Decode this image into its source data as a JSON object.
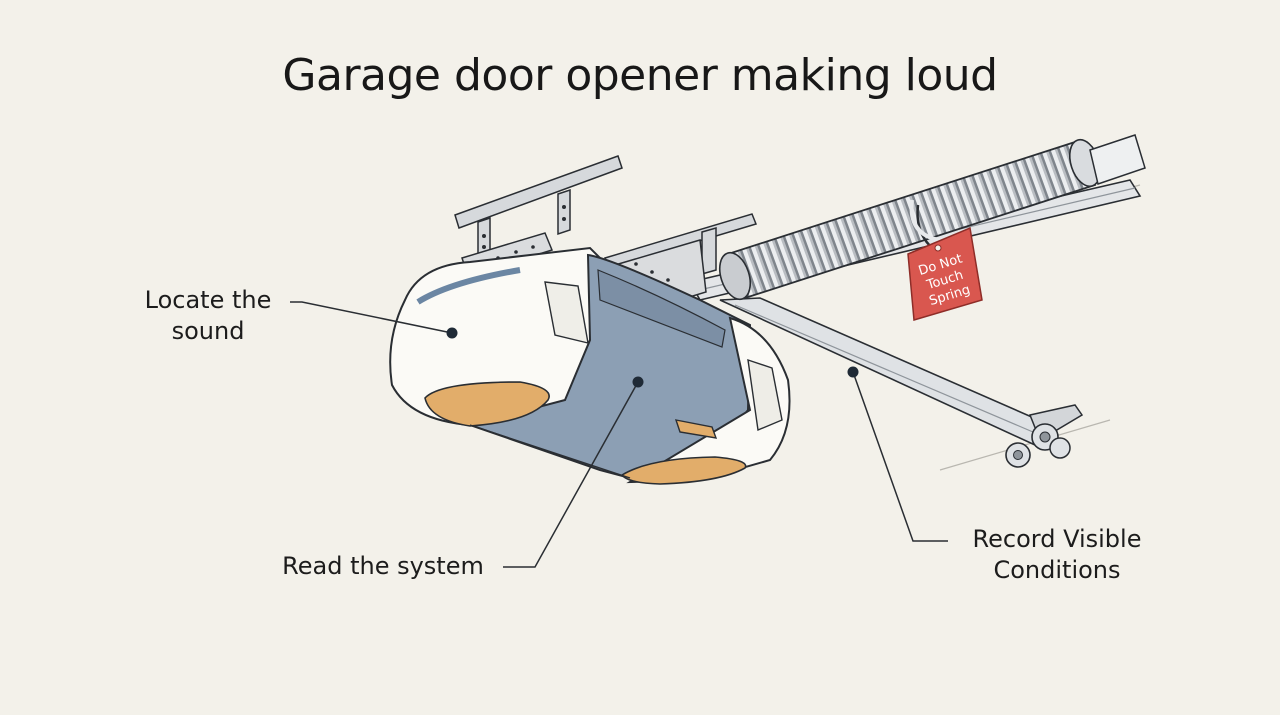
{
  "title": "Garage door opener making loud",
  "labels": {
    "locate": {
      "line1": "Locate the",
      "line2": "sound"
    },
    "read": "Read the system",
    "record": {
      "line1": "Record Visible",
      "line2": "Conditions"
    }
  },
  "tag": {
    "line1": "Do Not",
    "line2": "Touch",
    "line3": "Spring"
  },
  "colors": {
    "background": "#f3f1ea",
    "housing_white": "#fbfaf6",
    "housing_blue": "#8c9fb4",
    "lens_amber": "#e2ad6a",
    "tag_red": "#d9574f",
    "metal": "#c8cbce",
    "ink": "#2a2e33"
  }
}
